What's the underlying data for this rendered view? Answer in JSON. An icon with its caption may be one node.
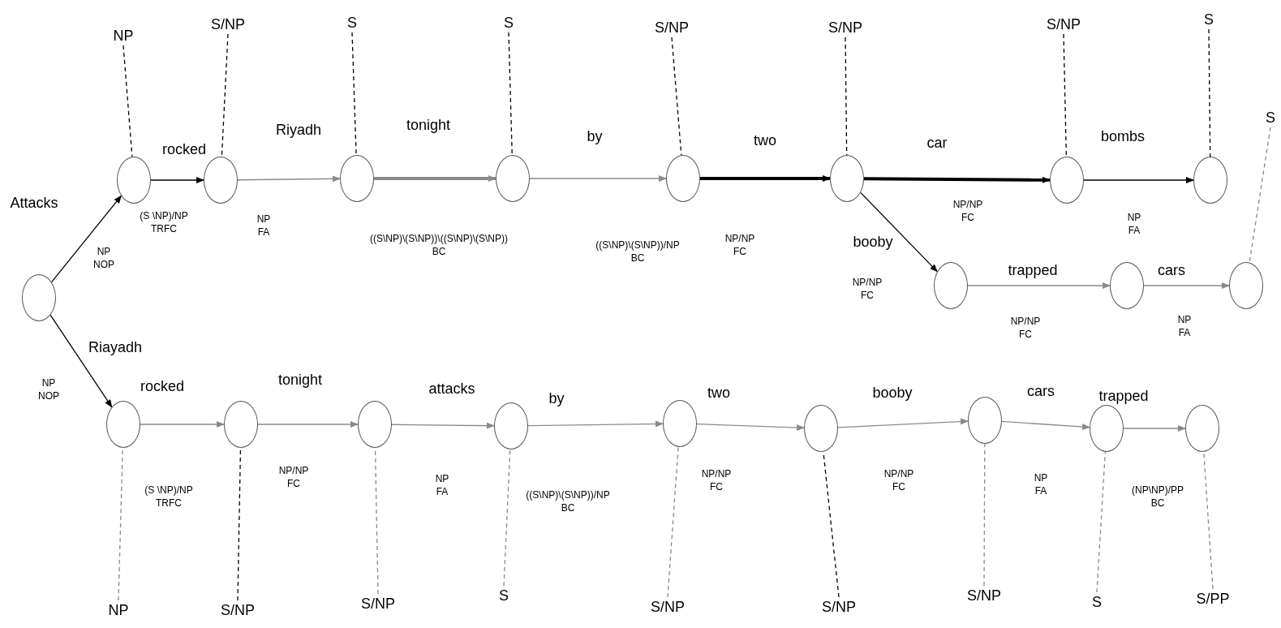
{
  "diagram": {
    "nodes": [
      {
        "text": [],
        "shape": "circle"
      },
      {
        "text": [],
        "shape": "circle"
      },
      {
        "text": [],
        "shape": "circle"
      },
      {
        "text": [],
        "shape": "circle"
      },
      {
        "text": [],
        "shape": "circle"
      },
      {
        "text": [],
        "shape": "circle"
      },
      {
        "text": [],
        "shape": "circle"
      },
      {
        "text": [],
        "shape": "circle"
      },
      {
        "text": [],
        "shape": "circle"
      },
      {
        "text": [],
        "shape": "circle"
      },
      {
        "text": [],
        "shape": "circle"
      },
      {
        "text": [],
        "shape": "circle"
      },
      {
        "text": [],
        "shape": "circle"
      },
      {
        "text": [],
        "shape": "circle"
      },
      {
        "text": [],
        "shape": "circle"
      },
      {
        "text": [],
        "shape": "circle"
      },
      {
        "text": [],
        "shape": "circle"
      },
      {
        "text": [],
        "shape": "circle"
      },
      {
        "text": [],
        "shape": "circle"
      },
      {
        "text": [],
        "shape": "circle"
      },
      {
        "text": [],
        "shape": "circle"
      },
      {
        "text": [
          "NP"
        ]
      },
      {
        "text": [
          "S/NP"
        ]
      },
      {
        "text": [
          "S"
        ]
      },
      {
        "text": [
          "S"
        ]
      },
      {
        "text": [
          "S/NP"
        ]
      },
      {
        "text": [
          "S/NP"
        ]
      },
      {
        "text": [
          "S/NP"
        ]
      },
      {
        "text": [
          "S"
        ]
      },
      {
        "text": [
          "S"
        ]
      },
      {
        "text": [
          "NP"
        ]
      },
      {
        "text": [
          "S/NP"
        ]
      },
      {
        "text": [
          "S/NP"
        ]
      },
      {
        "text": [
          "S"
        ]
      },
      {
        "text": [
          "S/NP"
        ]
      },
      {
        "text": [
          "S/NP"
        ]
      },
      {
        "text": [
          "S/NP"
        ]
      },
      {
        "text": [
          "S"
        ]
      },
      {
        "text": [
          "S/PP"
        ]
      }
    ],
    "edges": [
      {
        "from": 0,
        "to": 1,
        "arrow": "to",
        "label": "Attacks",
        "color": "#000000"
      },
      {
        "from": 1,
        "to": 2,
        "arrow": "to",
        "label": "rocked",
        "color": "#000000"
      },
      {
        "from": 2,
        "to": 3,
        "arrow": "to",
        "label": "Riyadh"
      },
      {
        "from": 3,
        "to": 4,
        "arrow": "to",
        "label": "tonight",
        "style": "thick"
      },
      {
        "from": 4,
        "to": 5,
        "arrow": "to",
        "label": "by"
      },
      {
        "from": 5,
        "to": 6,
        "arrow": "to",
        "label": "two",
        "style": "thick",
        "color": "#000000"
      },
      {
        "from": 6,
        "to": 7,
        "arrow": "to",
        "label": "car",
        "style": "thick",
        "color": "#000000"
      },
      {
        "from": 7,
        "to": 8,
        "arrow": "to",
        "label": "bombs",
        "color": "#000000"
      },
      {
        "from": 6,
        "to": 9,
        "arrow": "to",
        "label": "booby",
        "color": "#000000"
      },
      {
        "from": 9,
        "to": 10,
        "arrow": "to",
        "label": "trapped"
      },
      {
        "from": 10,
        "to": 11,
        "arrow": "to",
        "label": "cars"
      },
      {
        "from": 0,
        "to": 12,
        "arrow": "to",
        "label": "Riayadh",
        "color": "#000000"
      },
      {
        "from": 12,
        "to": 13,
        "arrow": "to",
        "label": "rocked"
      },
      {
        "from": 13,
        "to": 14,
        "arrow": "to",
        "label": "tonight"
      },
      {
        "from": 14,
        "to": 15,
        "arrow": "to",
        "label": "attacks"
      },
      {
        "from": 15,
        "to": 16,
        "arrow": "to",
        "label": "by"
      },
      {
        "from": 16,
        "to": 17,
        "arrow": "to",
        "label": "two"
      },
      {
        "from": 17,
        "to": 18,
        "arrow": "to",
        "label": "booby"
      },
      {
        "from": 18,
        "to": 19,
        "arrow": "to",
        "label": "cars"
      },
      {
        "from": 19,
        "to": 20,
        "arrow": "to",
        "label": "trapped"
      },
      {
        "from": 21,
        "to": 1,
        "arrow": "none",
        "style": "dashed",
        "color": "#000000"
      },
      {
        "from": 22,
        "to": 2,
        "arrow": "none",
        "style": "dashed",
        "color": "#000000"
      },
      {
        "from": 23,
        "to": 3,
        "arrow": "none",
        "style": "dashed",
        "color": "#000000"
      },
      {
        "from": 24,
        "to": 4,
        "arrow": "none",
        "style": "dashed",
        "color": "#000000"
      },
      {
        "from": 25,
        "to": 5,
        "arrow": "none",
        "style": "dashed",
        "color": "#000000"
      },
      {
        "from": 26,
        "to": 6,
        "arrow": "none",
        "style": "dashed",
        "color": "#000000"
      },
      {
        "from": 27,
        "to": 7,
        "arrow": "none",
        "style": "dashed",
        "color": "#000000"
      },
      {
        "from": 28,
        "to": 8,
        "arrow": "none",
        "style": "dashed",
        "color": "#000000"
      },
      {
        "from": 29,
        "to": 11,
        "arrow": "none",
        "style": "dashed"
      },
      {
        "from": 30,
        "to": 12,
        "arrow": "none",
        "style": "dashed"
      },
      {
        "from": 31,
        "to": 13,
        "arrow": "none",
        "style": "dashed",
        "color": "#000000"
      },
      {
        "from": 32,
        "to": 14,
        "arrow": "none",
        "style": "dashed"
      },
      {
        "from": 33,
        "to": 15,
        "arrow": "none",
        "style": "dashed"
      },
      {
        "from": 34,
        "to": 16,
        "arrow": "none",
        "style": "dashed"
      },
      {
        "from": 35,
        "to": 17,
        "arrow": "none",
        "style": "dashed",
        "color": "#000000"
      },
      {
        "from": 36,
        "to": 18,
        "arrow": "none",
        "style": "dashed"
      },
      {
        "from": 37,
        "to": 19,
        "arrow": "none",
        "style": "dashed"
      },
      {
        "from": 38,
        "to": 20,
        "arrow": "none",
        "style": "dashed"
      }
    ],
    "labels": [
      "NP",
      "NOP",
      "(S \\NP)/NP",
      "TRFC",
      "NP",
      "FA",
      "((S\\NP)\\(S\\NP))\\((S\\NP)\\(S\\NP))",
      "BC",
      "((S\\NP)\\(S\\NP))/NP",
      "BC",
      "NP/NP",
      "FC",
      "NP/NP",
      "FC",
      "NP",
      "FA",
      "NP/NP",
      "FC",
      "NP/NP",
      "FC",
      "NP",
      "FA",
      "NP",
      "NOP",
      "(S \\NP)/NP",
      "TRFC",
      "NP/NP",
      "FC",
      "NP",
      "FA",
      "((S\\NP)\\(S\\NP))/NP",
      "BC",
      "NP/NP",
      "FC",
      "NP/NP",
      "FC",
      "NP",
      "FA",
      "(NP\\NP)/PP",
      "BC"
    ]
  }
}
